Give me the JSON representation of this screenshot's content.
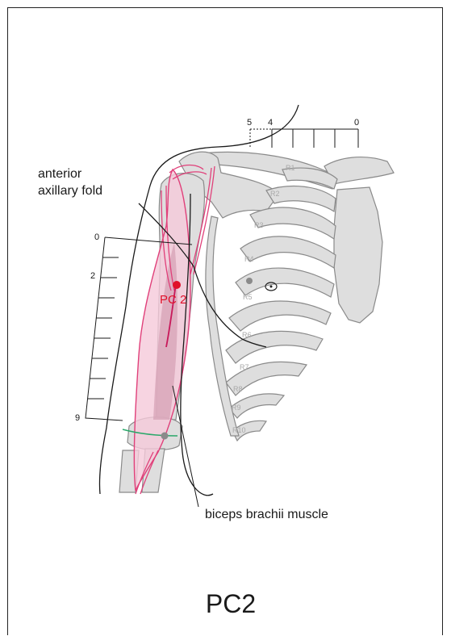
{
  "figure": {
    "title": "PC2",
    "labels": {
      "anterior_line1": "anterior",
      "anterior_line2": "axillary fold",
      "biceps": "biceps brachii muscle",
      "point": "PC 2"
    },
    "arm_scale": {
      "top": "0",
      "mid": "2",
      "bottom": "9"
    },
    "top_scale": {
      "left": "5",
      "mid": "4",
      "right": "0"
    },
    "ribs": [
      "R1",
      "R2",
      "R3",
      "R4",
      "R5",
      "R6",
      "R7",
      "R8",
      "R9",
      "R10"
    ],
    "colors": {
      "point": "#e0102a",
      "muscle": "#e0407a",
      "muscle_fill": "#f5c9d9",
      "bone": "#dcdcdc",
      "elbow_line": "#2aa86a"
    }
  }
}
